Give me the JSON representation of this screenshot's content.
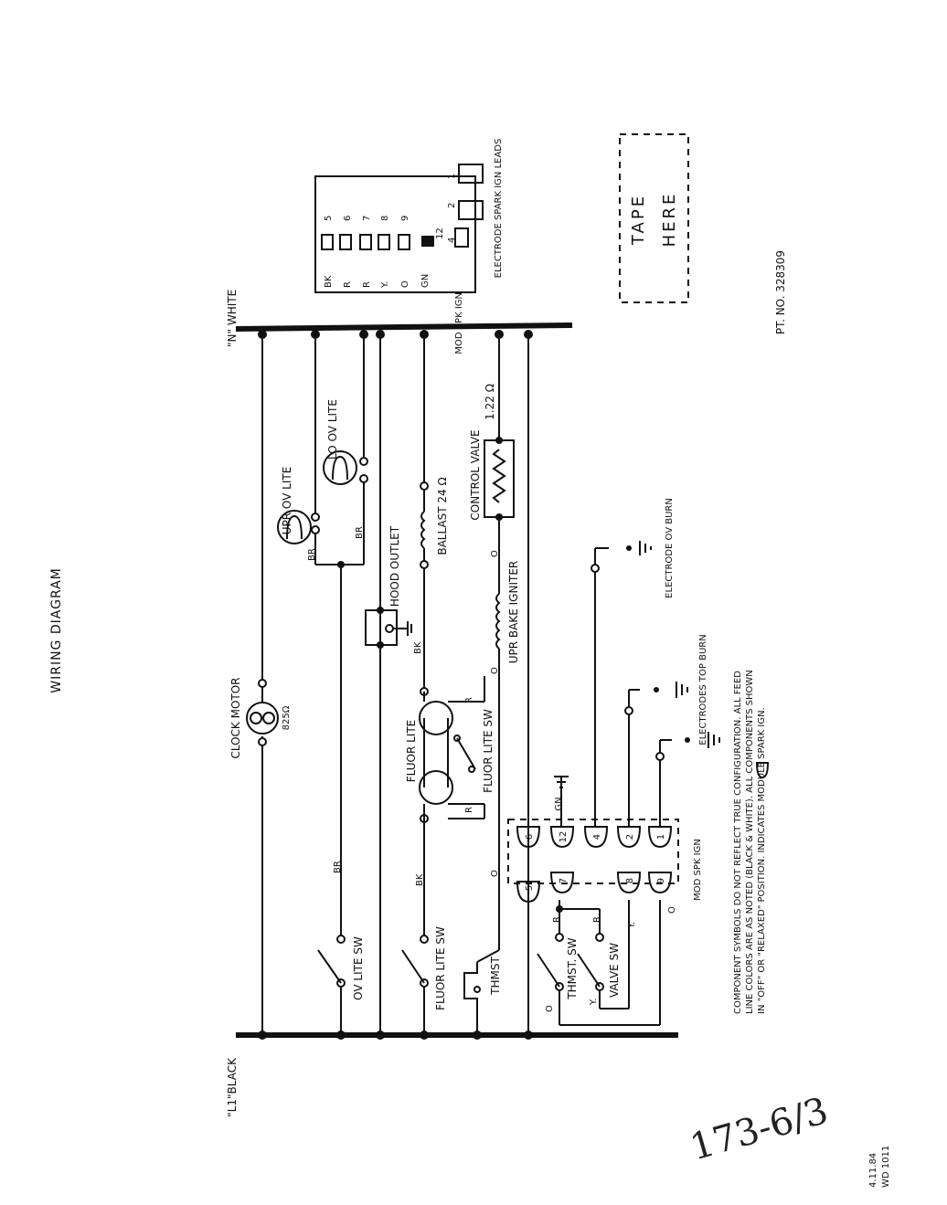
{
  "title": "WIRING DIAGRAM",
  "bus": {
    "l1": "\"L1\"BLACK",
    "n": "\"N\" WHITE"
  },
  "components": {
    "clock_motor": "CLOCK MOTOR",
    "clock_motor_ohms": "825Ω",
    "upr_ov_lite": "UPR OV LITE",
    "lo_ov_lite": "LO OV LITE",
    "hood_outlet": "HOOD OUTLET",
    "ballast": "BALLAST 24 Ω",
    "control_valve": "CONTROL VALVE",
    "control_valve_ohms": "1.22 Ω",
    "fluor_lite": "FLUOR LITE",
    "fluor_lite_sw_upper": "FLUOR LITE SW",
    "upr_bake_igniter": "UPR BAKE IGNITER",
    "electrode_ov_burn": "ELECTRODE OV BURN",
    "electrodes_top_burn": "ELECTRODES TOP BURN",
    "ov_lite_sw": "OV LITE SW",
    "fluor_lite_sw": "FLUOR LITE SW",
    "thmst": "THMST",
    "thmst_sw": "THMST. SW",
    "valve_sw": "VALVE SW",
    "mod_spk_ign": "MOD SPK IGN"
  },
  "wire_colors": {
    "br": "BR",
    "bk": "BK",
    "r": "R",
    "o": "O",
    "y": "Y.",
    "gn": "GN"
  },
  "terminals": {
    "top_row": [
      "6",
      "12",
      "4",
      "2",
      "1"
    ],
    "bottom_row": [
      "5",
      "7",
      "8",
      "9"
    ]
  },
  "inset": {
    "wire_labels": [
      "BK",
      "R",
      "R",
      "Y.",
      "O",
      "GN"
    ],
    "pin_numbers": [
      "5",
      "6",
      "7",
      "8",
      "9",
      "12"
    ],
    "electrode_pins": [
      "1",
      "2",
      "4"
    ],
    "electrode_label": "ELECTRODE SPARK IGN LEADS",
    "module_label": "MOD SPK IGN"
  },
  "tape": {
    "line1": "TAPE",
    "line2": "HERE"
  },
  "part_number": "PT. NO. 328309",
  "note": [
    "COMPONENT SYMBOLS DO NOT REFLECT TRUE CONFIGURATION. ALL FEED",
    "LINE COLORS ARE AS NOTED (BLACK & WHITE).  ALL COMPONENTS SHOWN",
    "IN \"OFF\" OR \"RELAXED\" POSITION.        INDICATES MODULE SPARK IGN."
  ],
  "handwritten": "173-6/3",
  "footer": {
    "date": "4.11.84",
    "code": "WD 1011"
  }
}
